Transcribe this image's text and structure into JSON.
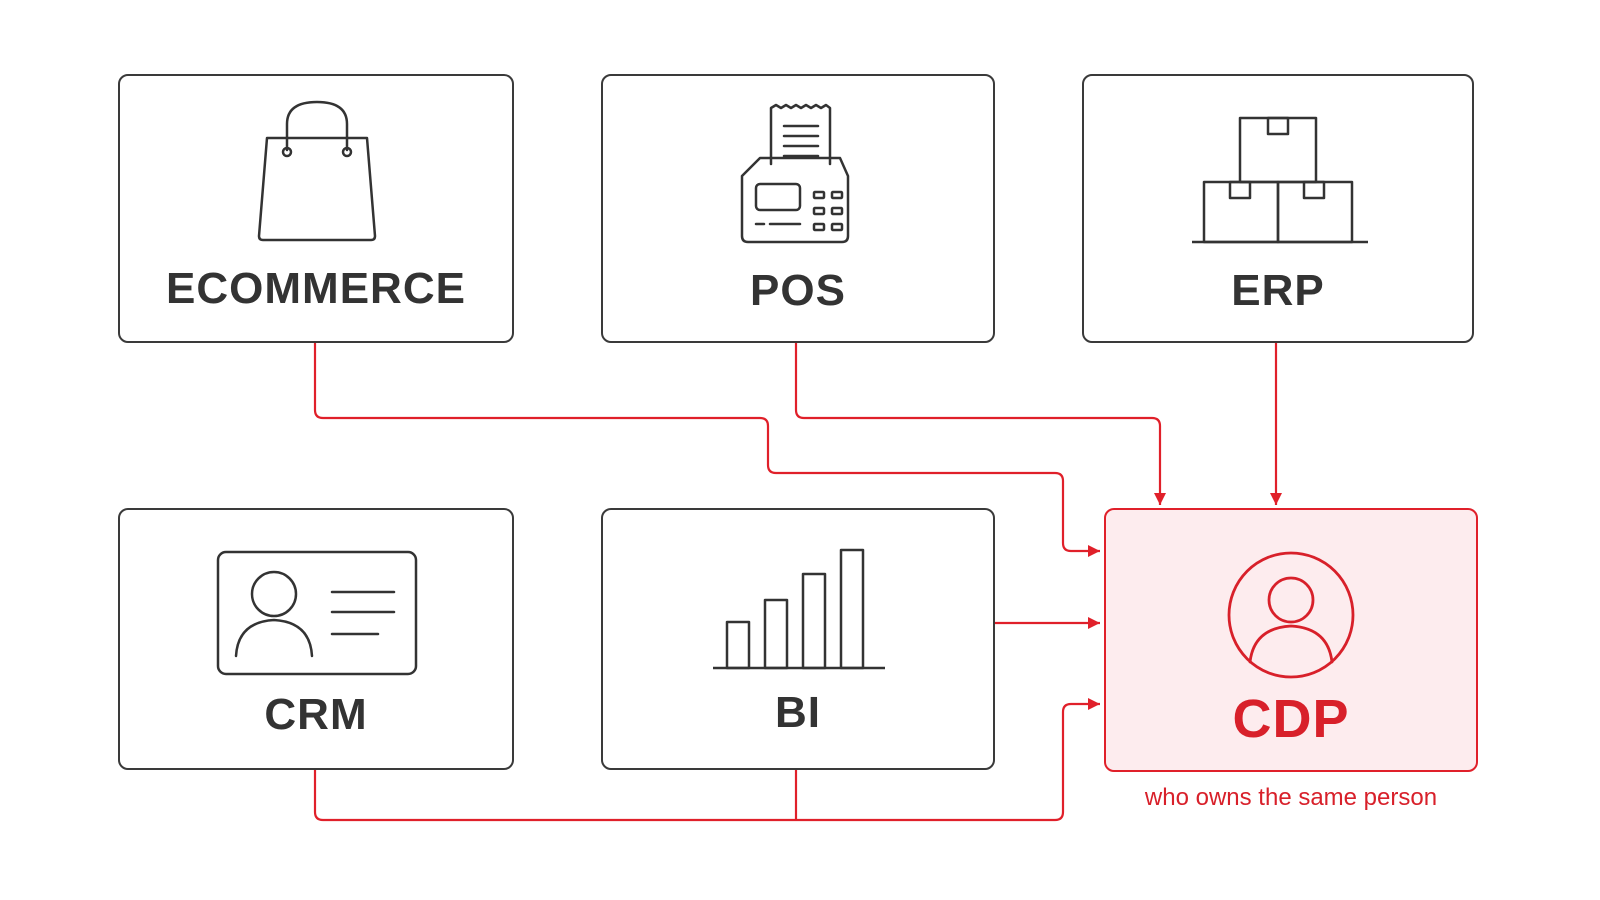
{
  "nodes": {
    "ecommerce": {
      "label": "ECOMMERCE",
      "icon": "shopping-bag-icon"
    },
    "pos": {
      "label": "POS",
      "icon": "pos-terminal-icon"
    },
    "erp": {
      "label": "ERP",
      "icon": "stacked-boxes-icon"
    },
    "crm": {
      "label": "CRM",
      "icon": "contact-card-icon"
    },
    "bi": {
      "label": "BI",
      "icon": "bar-chart-icon"
    },
    "cdp": {
      "label": "CDP",
      "icon": "user-circle-icon",
      "caption": "who owns the same person"
    }
  },
  "edges": [
    {
      "from": "ecommerce",
      "to": "cdp"
    },
    {
      "from": "pos",
      "to": "cdp"
    },
    {
      "from": "erp",
      "to": "cdp"
    },
    {
      "from": "bi",
      "to": "cdp"
    },
    {
      "from": "crm",
      "to": "cdp"
    }
  ],
  "colors": {
    "accent": "#e0202a",
    "stroke": "#3a3a3a",
    "cdp_fill": "#fdecee"
  }
}
